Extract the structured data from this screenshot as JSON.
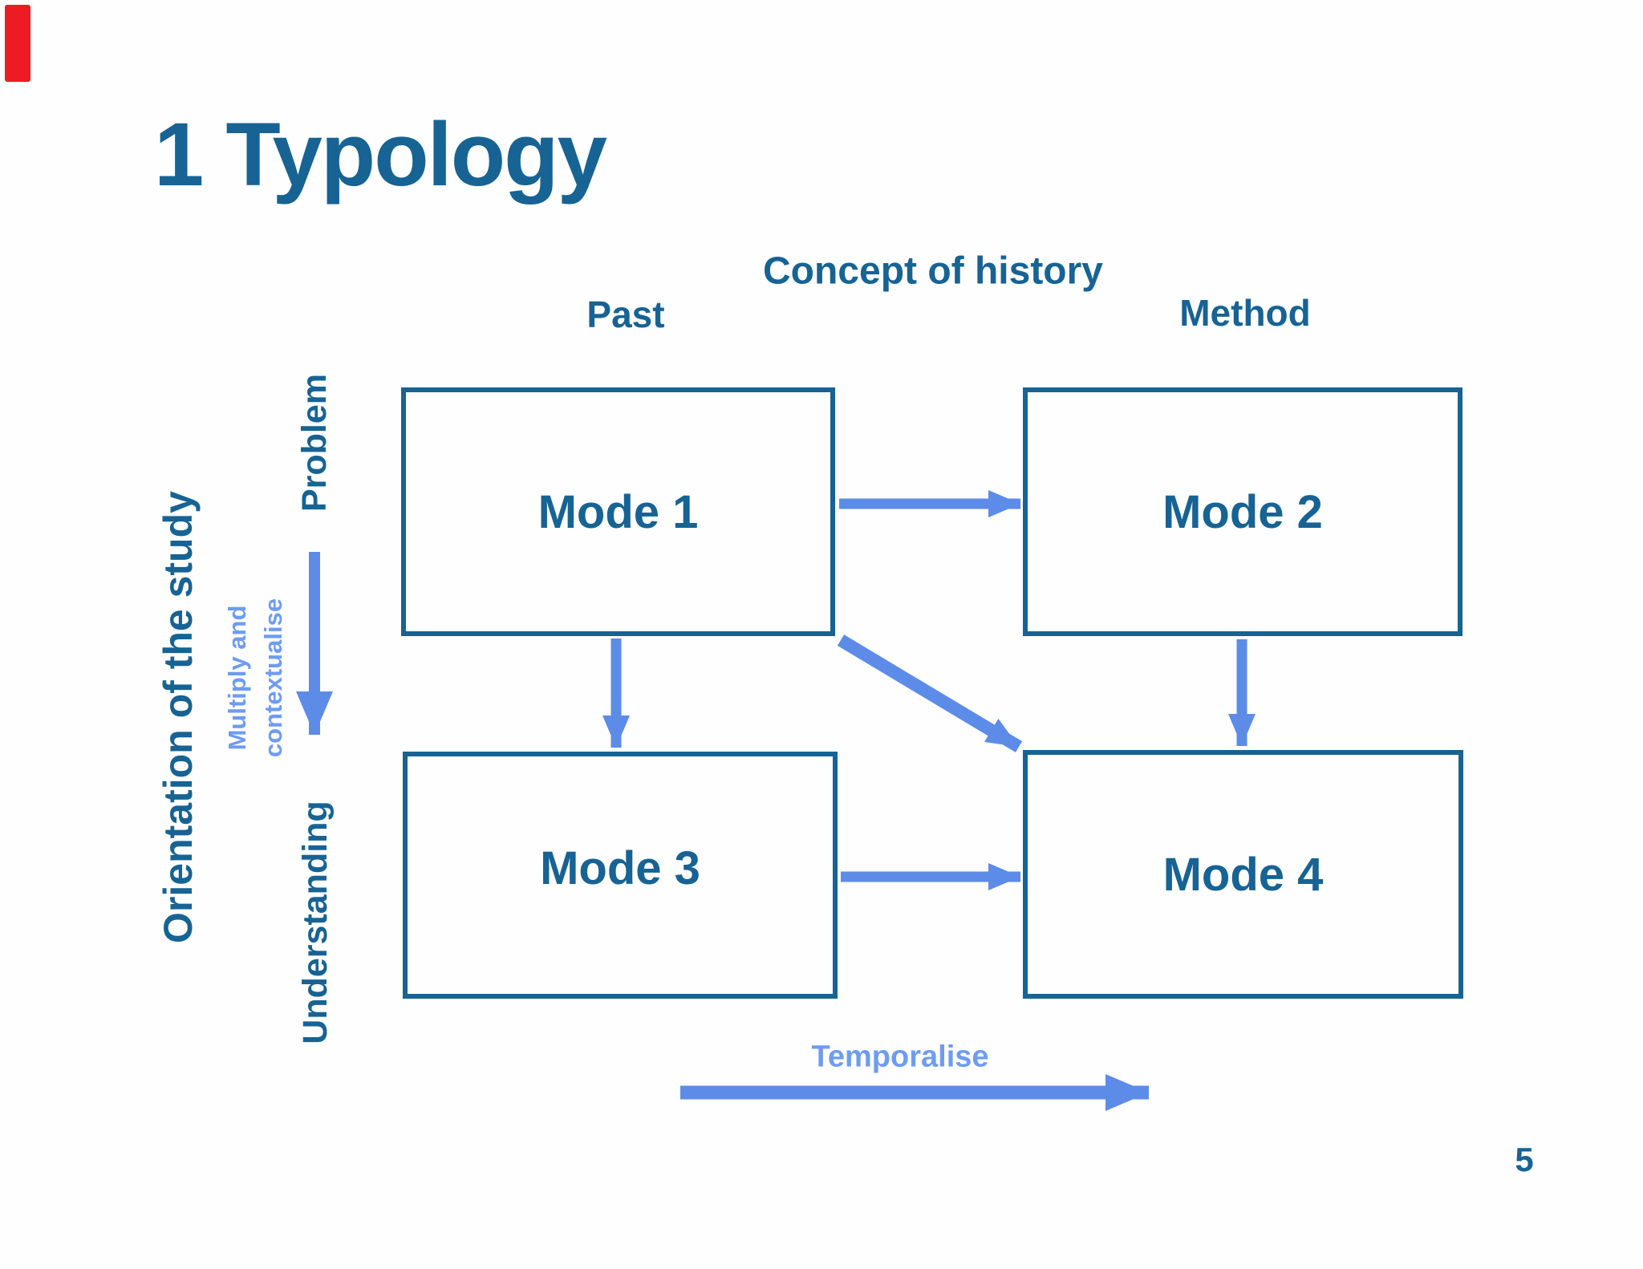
{
  "slide": {
    "title": "1 Typology",
    "page_number": "5"
  },
  "axes": {
    "top_axis_title": "Concept of history",
    "top_left_tick": "Past",
    "top_right_tick": "Method",
    "left_axis_title": "Orientation of the study",
    "left_top_tick": "Problem",
    "left_bottom_tick": "Understanding"
  },
  "boxes": [
    {
      "label": "Mode 1"
    },
    {
      "label": "Mode 2"
    },
    {
      "label": "Mode 3"
    },
    {
      "label": "Mode 4"
    }
  ],
  "arrows": {
    "vertical_label_line1": "Multiply and",
    "vertical_label_line2": "contextualise",
    "horizontal_label": "Temporalise"
  },
  "colors": {
    "dark_blue": "#166394",
    "arrow_blue": "#5C8CE8",
    "light_blue_text": "#6E9CF1",
    "red_marker": "#ED1B23",
    "background": "#FEFEFE"
  }
}
